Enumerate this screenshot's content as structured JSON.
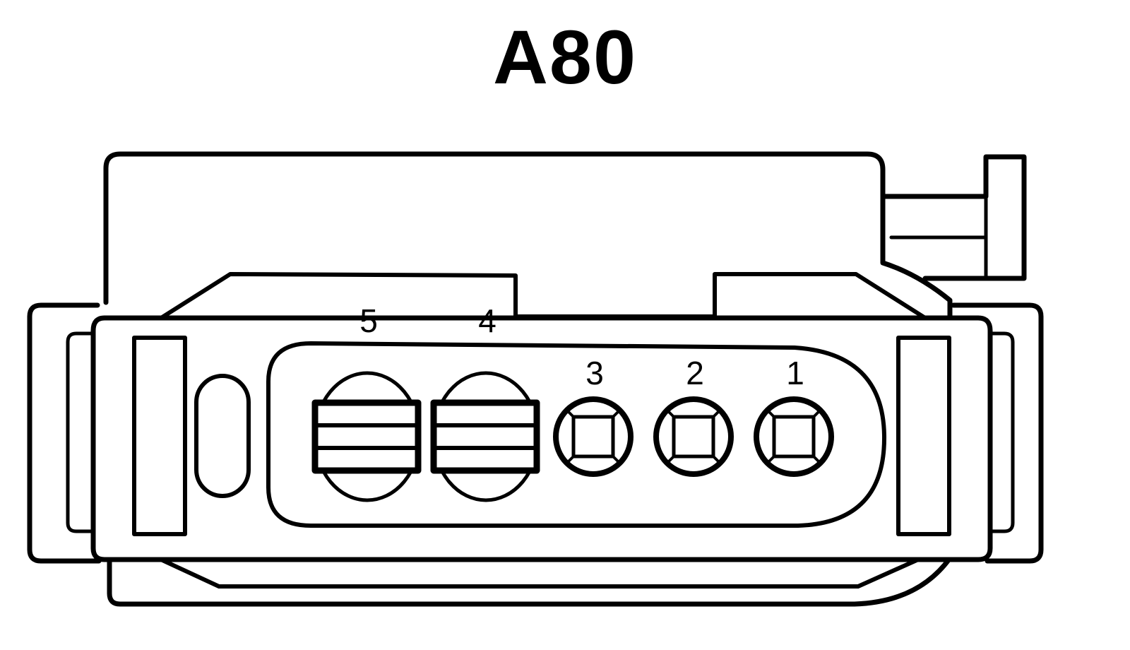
{
  "diagram": {
    "title": "A80",
    "pins": [
      {
        "number": "1",
        "kind": "small-square-terminal"
      },
      {
        "number": "2",
        "kind": "small-square-terminal"
      },
      {
        "number": "3",
        "kind": "small-square-terminal"
      },
      {
        "number": "4",
        "kind": "large-striped-terminal"
      },
      {
        "number": "5",
        "kind": "large-striped-terminal"
      }
    ],
    "colors": {
      "line": "#000000",
      "background": "#ffffff"
    }
  }
}
